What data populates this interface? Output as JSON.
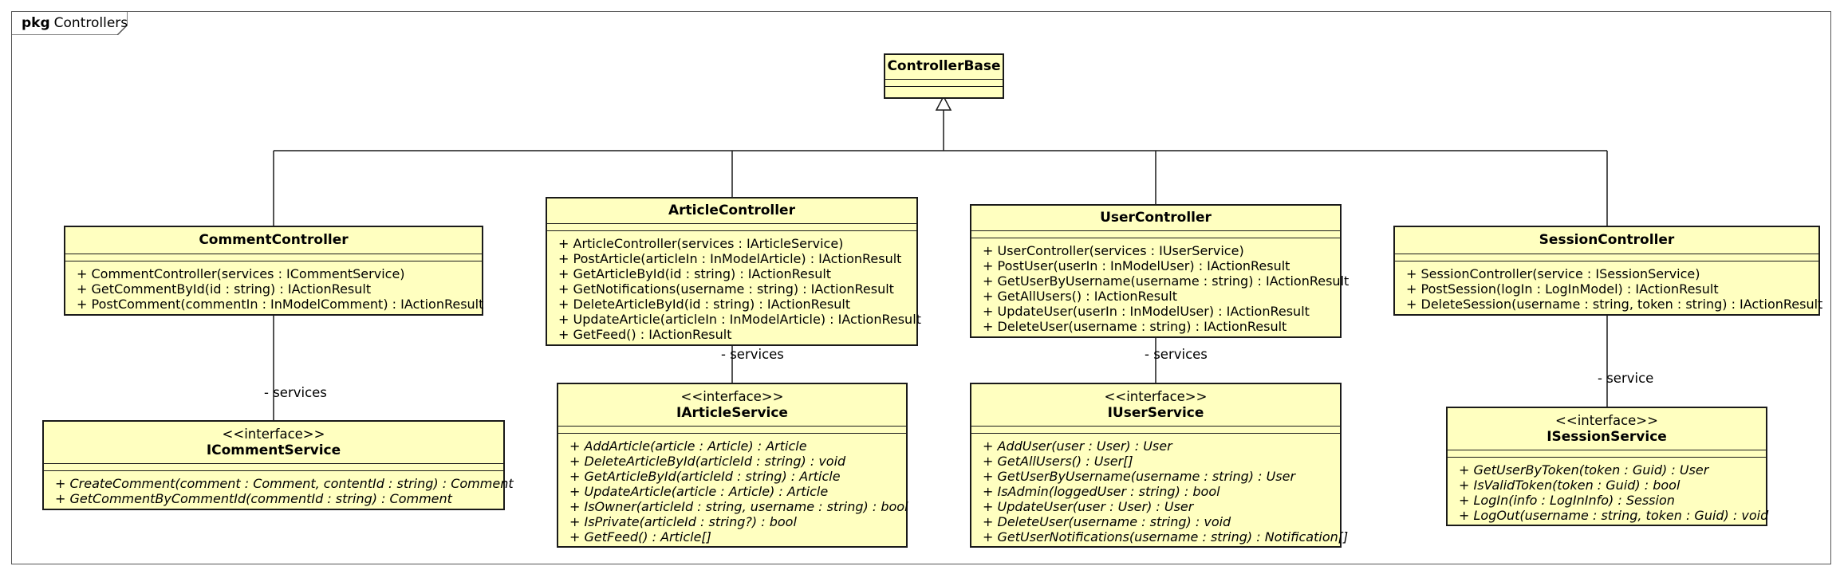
{
  "package": {
    "keyword": "pkg",
    "name": "Controllers"
  },
  "classes": {
    "controller_base": {
      "name": "ControllerBase",
      "ops": []
    },
    "comment_controller": {
      "name": "CommentController",
      "ops": [
        "+ CommentController(services : ICommentService)",
        "+ GetCommentById(id : string) : IActionResult",
        "+ PostComment(commentIn : InModelComment) : IActionResult"
      ]
    },
    "article_controller": {
      "name": "ArticleController",
      "ops": [
        "+ ArticleController(services : IArticleService)",
        "+ PostArticle(articleIn : InModelArticle) : IActionResult",
        "+ GetArticleById(id : string) : IActionResult",
        "+ GetNotifications(username : string) : IActionResult",
        "+ DeleteArticleById(id : string) : IActionResult",
        "+ UpdateArticle(articleIn : InModelArticle) : IActionResult",
        "+ GetFeed() : IActionResult"
      ]
    },
    "user_controller": {
      "name": "UserController",
      "ops": [
        "+ UserController(services : IUserService)",
        "+ PostUser(userIn : InModelUser) : IActionResult",
        "+ GetUserByUsername(username : string) : IActionResult",
        "+ GetAllUsers() : IActionResult",
        "+ UpdateUser(userIn : InModelUser) : IActionResult",
        "+ DeleteUser(username : string) : IActionResult"
      ]
    },
    "session_controller": {
      "name": "SessionController",
      "ops": [
        "+ SessionController(service : ISessionService)",
        "+ PostSession(logIn : LogInModel) : IActionResult",
        "+ DeleteSession(username : string, token : string) : IActionResult"
      ]
    },
    "icomment_service": {
      "stereotype": "<<interface>>",
      "name": "ICommentService",
      "ops": [
        "+ CreateComment(comment : Comment, contentId : string) : Comment",
        "+ GetCommentByCommentId(commentId : string) : Comment"
      ]
    },
    "iarticle_service": {
      "stereotype": "<<interface>>",
      "name": "IArticleService",
      "ops": [
        "+ AddArticle(article : Article) : Article",
        "+ DeleteArticleById(articleId : string) : void",
        "+ GetArticleById(articleId : string) : Article",
        "+ UpdateArticle(article : Article) : Article",
        "+ IsOwner(articleId : string, username : string) : bool",
        "+ IsPrivate(articleId : string?) : bool",
        "+ GetFeed() : Article[]"
      ]
    },
    "iuser_service": {
      "stereotype": "<<interface>>",
      "name": "IUserService",
      "ops": [
        "+ AddUser(user : User) : User",
        "+ GetAllUsers() : User[]",
        "+ GetUserByUsername(username : string) : User",
        "+ IsAdmin(loggedUser : string) : bool",
        "+ UpdateUser(user : User) : User",
        "+ DeleteUser(username : string) : void",
        "+ GetUserNotifications(username : string) : Notification[]"
      ]
    },
    "isession_service": {
      "stereotype": "<<interface>>",
      "name": "ISessionService",
      "ops": [
        "+ GetUserByToken(token : Guid) : User",
        "+ IsValidToken(token : Guid) : bool",
        "+ LogIn(info : LogInInfo) : Session",
        "+ LogOut(username : string, token : Guid) : void"
      ]
    }
  },
  "roles": {
    "comment": "- services",
    "article": "- services",
    "user": "- services",
    "session": "- service"
  },
  "colors": {
    "class_fill": "#ffffc0",
    "border": "#1a1a1a"
  }
}
